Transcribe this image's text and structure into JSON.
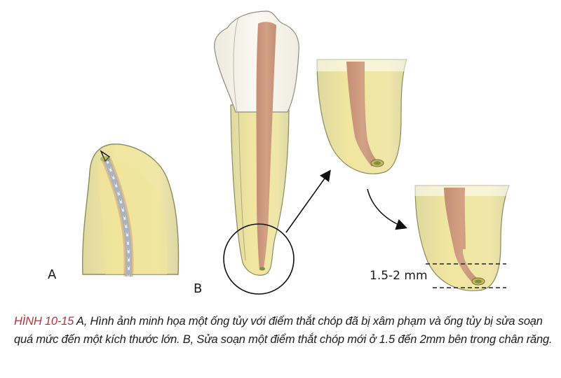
{
  "figure": {
    "panels": [
      {
        "id": "A",
        "label": "A",
        "description": "Root tip with compromised apical constriction and over-enlarged canal with twisted file"
      },
      {
        "id": "B",
        "label": "B",
        "description": "Full tooth with circled apex; magnified views showing new apical stop prepared 1.5-2 mm inside the root"
      }
    ],
    "measurement_label": "1.5-2 mm",
    "colors": {
      "root_fill": "#e6e2a6",
      "root_inner": "#efe39a",
      "root_outline": "#8a8a5a",
      "crown_fill": "#f6f3ea",
      "canal": "#c99a7e",
      "file_steel": "#b8bcc4",
      "caption_accent": "#b8323a"
    }
  },
  "caption": {
    "figure_number": "HÌNH 10-15",
    "text": " A, Hình ảnh minh họa một ống tủy với điểm thắt chóp đã bị xâm phạm và ống tủy bị sửa soạn quá mức đến một kích thước lớn. B, Sửa soạn một điểm thắt chóp mới ở 1.5 đến 2mm bên trong chân răng."
  }
}
